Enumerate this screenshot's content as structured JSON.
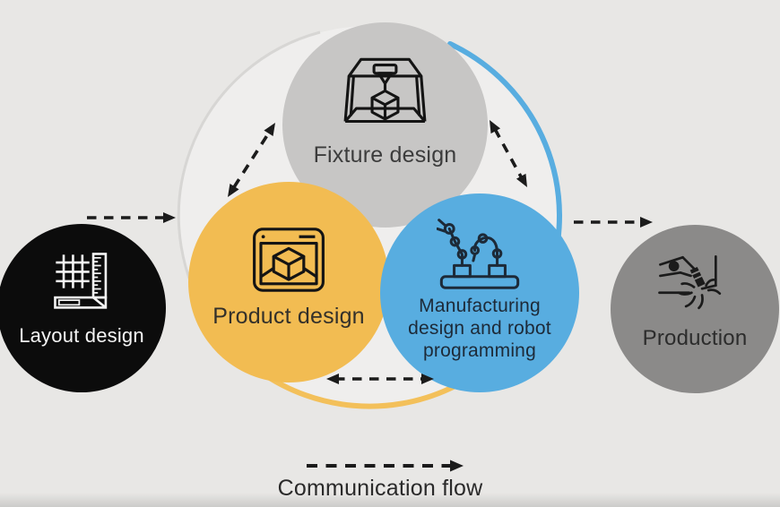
{
  "diagram": {
    "background_color": "#e8e7e5",
    "arrow_color": "#1b1b1b",
    "inner_glow_color": "rgba(255,255,255,0.30)",
    "ring_segments": {
      "gray": "#d7d6d4",
      "blue": "#58ade0",
      "yellow": "#f3c05a"
    },
    "nodes": [
      {
        "id": "layout-design",
        "label": "Layout design",
        "fill": "#0c0c0c",
        "text_color": "#f5f5f5",
        "icon": "grid-ruler-icon"
      },
      {
        "id": "fixture-design",
        "label": "Fixture design",
        "fill": "#c7c6c5",
        "text_color": "#3c3c3c",
        "icon": "3d-printer-icon"
      },
      {
        "id": "product-design",
        "label": "Product design",
        "fill": "#f2bc52",
        "text_color": "#33302a",
        "icon": "cad-window-icon"
      },
      {
        "id": "manufacturing-design",
        "label": "Manufacturing design and robot programming",
        "fill": "#58ade0",
        "text_color": "#1d2a38",
        "icon": "robot-arms-icon"
      },
      {
        "id": "production",
        "label": "Production",
        "fill": "#8b8a89",
        "text_color": "#2c2c2c",
        "icon": "welding-torch-icon"
      }
    ],
    "flows": [
      {
        "from": "layout-design",
        "to": "design-loop",
        "direction": "one-way",
        "style": "dashed"
      },
      {
        "from": "product-design",
        "to": "fixture-design",
        "direction": "two-way",
        "style": "dashed"
      },
      {
        "from": "fixture-design",
        "to": "manufacturing-design",
        "direction": "two-way",
        "style": "dashed"
      },
      {
        "from": "product-design",
        "to": "manufacturing-design",
        "direction": "two-way",
        "style": "dashed"
      },
      {
        "from": "manufacturing-design",
        "to": "production",
        "direction": "one-way",
        "style": "dashed"
      }
    ],
    "legend": {
      "label": "Communication flow",
      "arrow_style": "dashed",
      "direction": "right"
    }
  }
}
